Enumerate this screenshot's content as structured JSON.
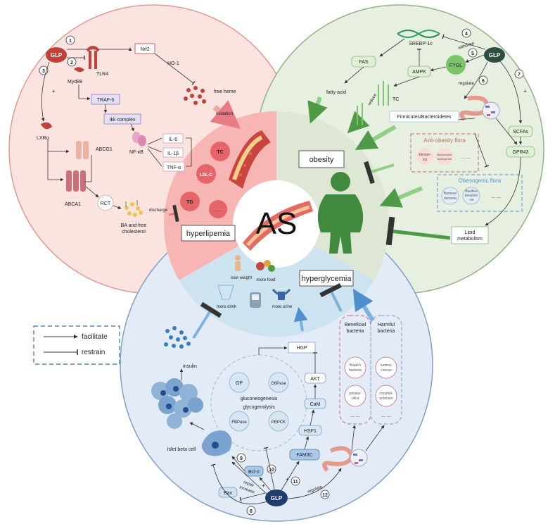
{
  "center": {
    "label": "AS"
  },
  "sectors": {
    "hyperlipemia": "hyperlipemia",
    "obesity": "obesity",
    "hyperglycemia": "hyperglycemia"
  },
  "legend": {
    "facilitate": "facilitate",
    "restrain": "restrain"
  },
  "colors": {
    "lipid_circle": "#fbe3e0",
    "obesity_circle": "#e6efe0",
    "glycemia_circle": "#e3ecf6",
    "glp_red": "#c2403a",
    "glp_green": "#2f4f40",
    "glp_blue": "#1f3e6e"
  },
  "steps": [
    "1",
    "2",
    "3",
    "4",
    "5",
    "6",
    "7",
    "8",
    "9",
    "10",
    "11",
    "12"
  ],
  "lipid": {
    "glp": "GLP",
    "nrf2": "Nrf2",
    "ho1": "HO-1",
    "free_heme": "free heme",
    "oxidation": "oxidation",
    "tlr4": "TLR4",
    "myd88": "Myd88",
    "traf6": "TRAF-6",
    "ikk": "Ikk complex",
    "nfkb": "NF-κB",
    "il6": "IL-6",
    "il1b": "IL-1β",
    "tnfa": "TNF-α",
    "plus": "+",
    "lxra": "LXRα",
    "abcg1": "ABCG1",
    "abca1": "ABCA1",
    "rct": "RCT",
    "discharge": "discharge",
    "ba_line1": "BA and free",
    "ba_line2": "cholesterol",
    "tc": "TC",
    "ldlc": "LDL-C",
    "tg": "TG",
    "dots": "......"
  },
  "obesity": {
    "glp": "GLP",
    "srebp": "SREBP-1c",
    "withdraw": "withdraw",
    "fygl": "FYGL",
    "fas": "FAS",
    "ampk": "AMPK",
    "fatty_acid": "fatty acid",
    "reduce": "reduce",
    "tc": "TC",
    "regulate": "regulate",
    "plus": "+",
    "firmicutes": "Firmicutes/Bacteroidetes",
    "scfas": "SCFAs",
    "gpr43": "GPR43",
    "anti_flora": "Anti-obesity flora",
    "ekman1": "Ekman-",
    "ekman2": "nia",
    "bact1": "Bacteroides",
    "bact2": "acidogenes",
    "dots": "... ...",
    "obesogenic_flora": "Obesogenic flora",
    "bamese1": "Bamese",
    "bamese2": "bacteria",
    "bacillus1": "Bacillus",
    "bacillus2": "desalino",
    "bacillus3": "-sa",
    "lipid_line1": "Lipid",
    "lipid_line2": "metabolism"
  },
  "glycemia": {
    "lose_weight": "lose weight",
    "more_food": "more food",
    "more_drink": "more drink",
    "more_urine": "more urine",
    "hgp": "HGP",
    "gp": "GP",
    "g6pase": "G6Pase",
    "gluconeogenesis": "gluconeogenesis",
    "glycogenolysis": "glycogenolysis",
    "fbpase": "FBPase",
    "pepck": "PEPCK",
    "akt": "AKT",
    "cam": "CaM",
    "hsf1": "HSF1",
    "fam3c": "FAM3C",
    "insulin": "insulin",
    "islet": "Islet beta cell",
    "bcl2": "Bcl-2",
    "bax": "Bax",
    "repair": "repair",
    "increase": "increase",
    "glp": "GLP",
    "plus": "+",
    "regulate": "regulate",
    "beneficial1": "Beneficial",
    "beneficial2": "bacteria",
    "harmful1": "Harmful",
    "harmful2": "bacteria",
    "braults1": "Brault's",
    "braults2": "bacteria",
    "parab1": "paraba-",
    "parab2": "cillus",
    "rumino1": "rumino-",
    "rumino2": "coccus",
    "coryne1": "coryneb-",
    "coryne2": "acterium",
    "dots": "... ..."
  }
}
